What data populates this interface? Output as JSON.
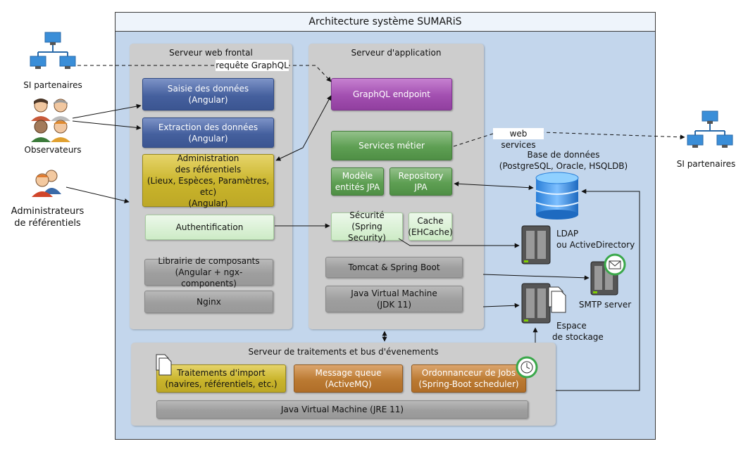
{
  "title": "Architecture système SUMARiS",
  "actors": {
    "partners_left": "SI partenaires",
    "observers": "Observateurs",
    "admins_line1": "Administrateurs",
    "admins_line2": "de référentiels",
    "partners_right": "SI partenaires"
  },
  "front": {
    "label": "Serveur web frontal",
    "graphql_request": "requête GraphQL",
    "saisie": [
      "Saisie des données",
      "(Angular)"
    ],
    "extraction": [
      "Extraction des données",
      "(Angular)"
    ],
    "admin": [
      "Administration",
      "des référentiels",
      "(Lieux, Espèces, Paramètres, etc)",
      "(Angular)"
    ],
    "auth": "Authentification",
    "library": [
      "Librairie de composants",
      "(Angular + ngx-components)"
    ],
    "nginx": "Nginx"
  },
  "app": {
    "label": "Serveur d'application",
    "graphql": "GraphQL endpoint",
    "services": "Services métier",
    "model": [
      "Modèle",
      "entités JPA"
    ],
    "repository": [
      "Repository",
      "JPA"
    ],
    "security": [
      "Sécurité",
      "(Spring Security)"
    ],
    "cache": [
      "Cache",
      "(EHCache)"
    ],
    "tomcat": "Tomcat & Spring Boot",
    "jvm": [
      "Java Virtual Machine",
      "(JDK 11)"
    ]
  },
  "external": {
    "web_services": "web services",
    "database": [
      "Base de données",
      "(PostgreSQL, Oracle, HSQLDB)"
    ],
    "ldap": [
      "LDAP",
      "ou ActiveDirectory"
    ],
    "smtp": "SMTP server",
    "storage": [
      "Espace",
      "de stockage"
    ]
  },
  "batch": {
    "label": "Serveur de traitements et bus d'évenements",
    "import": [
      "Traitements d'import",
      "(navires, référentiels, etc.)"
    ],
    "mq": [
      "Message queue",
      "(ActiveMQ)"
    ],
    "scheduler": [
      "Ordonnanceur de Jobs",
      "(Spring-Boot scheduler)"
    ],
    "jvm": "Java Virtual Machine (JRE 11)"
  },
  "colors": {
    "frame_bg": "#c3d6ec",
    "server_bg": "#cdcdcd",
    "blue": "#45609e",
    "purple": "#a24fb0",
    "green": "#5e9f53",
    "yellow": "#c9b42b",
    "orange": "#bb7a32"
  },
  "icons": [
    "network-icon",
    "users-icon",
    "admin-users-icon",
    "database-icon",
    "server-icon",
    "mail-icon",
    "document-icon",
    "clock-icon"
  ]
}
